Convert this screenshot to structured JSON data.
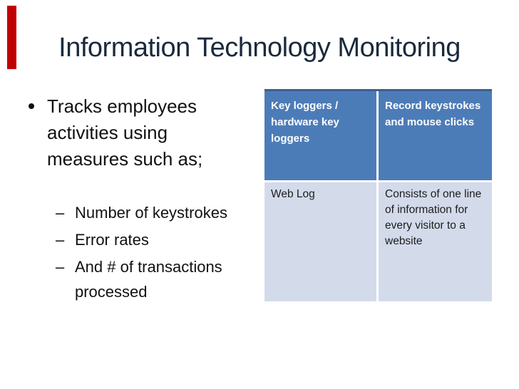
{
  "slide": {
    "title": "Information Technology Monitoring",
    "bullet": "Tracks employees activities using measures such as;",
    "sub_bullet_marker": "–",
    "sub_bullets": [
      "Number of keystrokes",
      "Error rates",
      "And # of transactions processed"
    ],
    "table": {
      "header_row": [
        "Key loggers / hardware key loggers",
        "Record keystrokes and mouse clicks"
      ],
      "body_row": [
        "Web Log",
        "Consists of one line of information for every visitor to a website"
      ]
    },
    "colors": {
      "accent_bar": "#c00000",
      "title_text": "#1b2a3c",
      "body_text": "#111111",
      "table_header_bg": "#4c7cb8",
      "table_header_text": "#ffffff",
      "table_top_border": "#3a6191",
      "table_row_bg": "#d3dbeb",
      "table_row_text": "#1c1c1c"
    }
  }
}
